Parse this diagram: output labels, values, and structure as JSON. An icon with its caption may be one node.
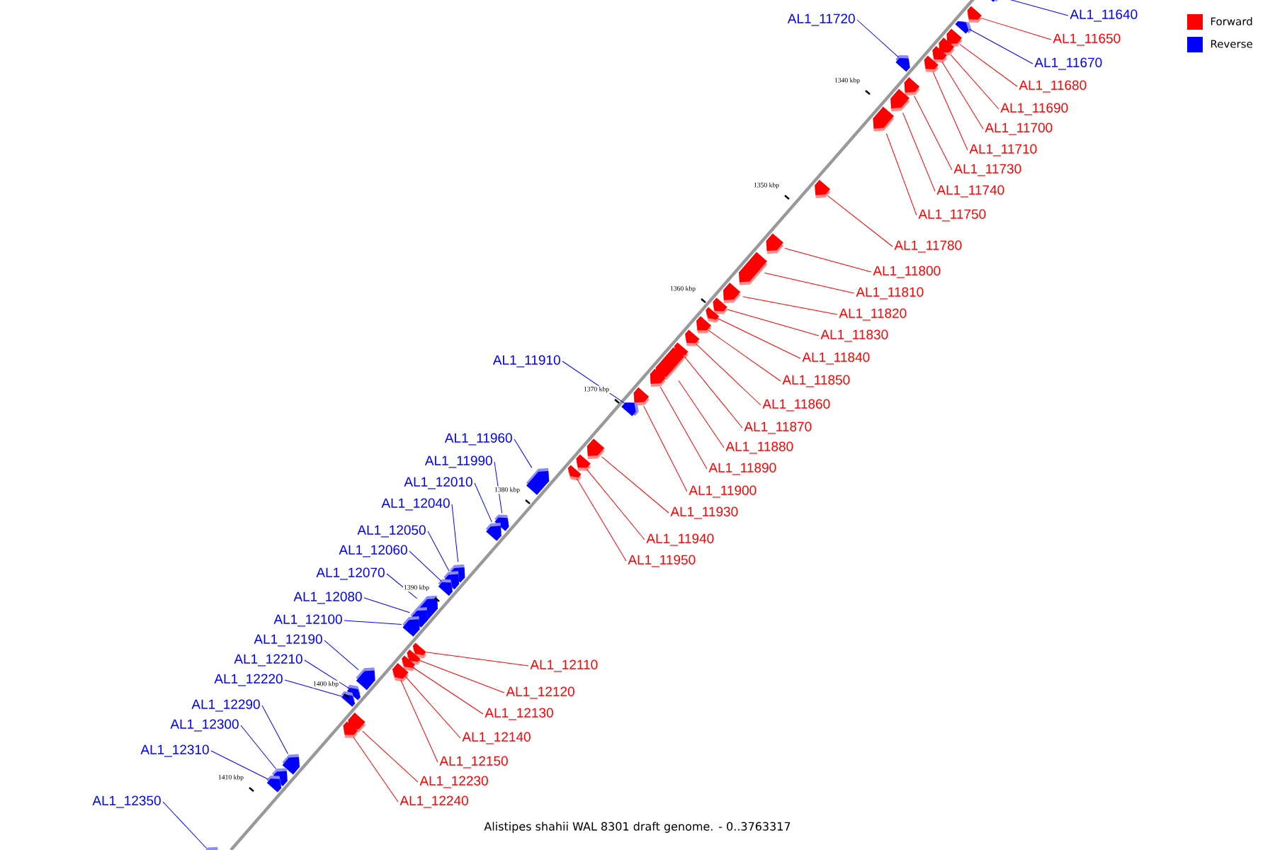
{
  "diagram": {
    "caption": "Alistipes shahii WAL 8301 draft genome. - 0..3763317",
    "nodes": [
      {
        "text": [
          "AL1_11640"
        ]
      },
      {
        "text": [
          "AL1_11650"
        ]
      },
      {
        "text": [
          "AL1_11670"
        ]
      },
      {
        "text": [
          "AL1_11680"
        ]
      },
      {
        "text": [
          "AL1_11690"
        ]
      },
      {
        "text": [
          "AL1_11700"
        ]
      },
      {
        "text": [
          "AL1_11710"
        ]
      },
      {
        "text": [
          "AL1_11720"
        ]
      },
      {
        "text": [
          "AL1_11730"
        ]
      },
      {
        "text": [
          "AL1_11740"
        ]
      },
      {
        "text": [
          "AL1_11750"
        ]
      },
      {
        "text": [
          "AL1_11780"
        ]
      },
      {
        "text": [
          "AL1_11800"
        ]
      },
      {
        "text": [
          "AL1_11810"
        ]
      },
      {
        "text": [
          "AL1_11820"
        ]
      },
      {
        "text": [
          "AL1_11830"
        ]
      },
      {
        "text": [
          "AL1_11840"
        ]
      },
      {
        "text": [
          "AL1_11850"
        ]
      },
      {
        "text": [
          "AL1_11860"
        ]
      },
      {
        "text": [
          "AL1_11870"
        ]
      },
      {
        "text": [
          "AL1_11880"
        ]
      },
      {
        "text": [
          "AL1_11890"
        ]
      },
      {
        "text": [
          "AL1_11900"
        ]
      },
      {
        "text": [
          "AL1_11910"
        ]
      },
      {
        "text": [
          "AL1_11930"
        ]
      },
      {
        "text": [
          "AL1_11940"
        ]
      },
      {
        "text": [
          "AL1_11950"
        ]
      },
      {
        "text": [
          "AL1_11960"
        ]
      },
      {
        "text": [
          "AL1_11990"
        ]
      },
      {
        "text": [
          "AL1_12010"
        ]
      },
      {
        "text": [
          "AL1_12040"
        ]
      },
      {
        "text": [
          "AL1_12050"
        ]
      },
      {
        "text": [
          "AL1_12060"
        ]
      },
      {
        "text": [
          "AL1_12070"
        ]
      },
      {
        "text": [
          "AL1_12080"
        ]
      },
      {
        "text": [
          "AL1_12100"
        ]
      },
      {
        "text": [
          "AL1_12110"
        ]
      },
      {
        "text": [
          "AL1_12120"
        ]
      },
      {
        "text": [
          "AL1_12130"
        ]
      },
      {
        "text": [
          "AL1_12140"
        ]
      },
      {
        "text": [
          "AL1_12150"
        ]
      },
      {
        "text": [
          "AL1_12190"
        ]
      },
      {
        "text": [
          "AL1_12210"
        ]
      },
      {
        "text": [
          "AL1_12220"
        ]
      },
      {
        "text": [
          "AL1_12230"
        ]
      },
      {
        "text": [
          "AL1_12240"
        ]
      },
      {
        "text": [
          "AL1_12290"
        ]
      },
      {
        "text": [
          "AL1_12300"
        ]
      },
      {
        "text": [
          "AL1_12310"
        ]
      },
      {
        "text": [
          "AL1_12350"
        ]
      },
      {
        "text": [],
        "shape": "box"
      },
      {
        "text": [],
        "shape": "box"
      },
      {
        "text": [],
        "shape": "box"
      },
      {
        "text": [],
        "shape": "box"
      },
      {
        "text": [],
        "shape": "box"
      },
      {
        "text": [],
        "shape": "box"
      },
      {
        "text": [],
        "shape": "box"
      },
      {
        "text": [],
        "shape": "box"
      },
      {
        "text": [],
        "shape": "box"
      },
      {
        "text": [],
        "shape": "box"
      },
      {
        "text": [],
        "shape": "box"
      },
      {
        "text": [],
        "shape": "box"
      },
      {
        "text": [],
        "shape": "box"
      },
      {
        "text": [],
        "shape": "box"
      },
      {
        "text": [],
        "shape": "box"
      },
      {
        "text": [],
        "shape": "box"
      },
      {
        "text": [],
        "shape": "box"
      },
      {
        "text": [],
        "shape": "box"
      },
      {
        "text": [],
        "shape": "box"
      },
      {
        "text": [],
        "shape": "box"
      },
      {
        "text": [],
        "shape": "box"
      },
      {
        "text": [],
        "shape": "box"
      },
      {
        "text": [],
        "shape": "box"
      },
      {
        "text": [],
        "shape": "box"
      },
      {
        "text": [],
        "shape": "box"
      },
      {
        "text": [],
        "shape": "box"
      },
      {
        "text": [],
        "shape": "box"
      },
      {
        "text": [],
        "shape": "box"
      },
      {
        "text": [],
        "shape": "box"
      },
      {
        "text": [],
        "shape": "box"
      },
      {
        "text": [],
        "shape": "box"
      },
      {
        "text": [],
        "shape": "box"
      },
      {
        "text": [],
        "shape": "box"
      },
      {
        "text": [],
        "shape": "box"
      },
      {
        "text": [],
        "shape": "box"
      },
      {
        "text": [],
        "shape": "box"
      },
      {
        "text": [],
        "shape": "box"
      },
      {
        "text": [],
        "shape": "box"
      },
      {
        "text": [],
        "shape": "box"
      },
      {
        "text": [],
        "shape": "box"
      },
      {
        "text": [],
        "shape": "box"
      },
      {
        "text": [],
        "shape": "box"
      },
      {
        "text": [],
        "shape": "box"
      },
      {
        "text": [],
        "shape": "box"
      },
      {
        "text": [],
        "shape": "box"
      },
      {
        "text": [],
        "shape": "box"
      },
      {
        "text": [],
        "shape": "box"
      },
      {
        "text": [],
        "shape": "box"
      },
      {
        "text": [],
        "shape": "box"
      },
      {
        "text": [],
        "shape": "box"
      }
    ],
    "edges": [
      {
        "from": 0,
        "to": 50,
        "arrow": "none",
        "color": "#0000ff"
      },
      {
        "from": 1,
        "to": 51,
        "arrow": "none"
      },
      {
        "from": 2,
        "to": 52,
        "arrow": "none",
        "color": "#0000ff"
      },
      {
        "from": 3,
        "to": 53,
        "arrow": "none"
      },
      {
        "from": 4,
        "to": 54,
        "arrow": "none"
      },
      {
        "from": 5,
        "to": 55,
        "arrow": "none"
      },
      {
        "from": 6,
        "to": 56,
        "arrow": "none"
      },
      {
        "from": 7,
        "to": 57,
        "arrow": "none",
        "color": "#0000ff"
      },
      {
        "from": 8,
        "to": 58,
        "arrow": "none"
      },
      {
        "from": 9,
        "to": 59,
        "arrow": "none"
      },
      {
        "from": 10,
        "to": 60,
        "arrow": "none"
      },
      {
        "from": 11,
        "to": 61,
        "arrow": "none"
      },
      {
        "from": 12,
        "to": 62,
        "arrow": "none"
      },
      {
        "from": 13,
        "to": 63,
        "arrow": "none"
      },
      {
        "from": 14,
        "to": 64,
        "arrow": "none"
      },
      {
        "from": 15,
        "to": 65,
        "arrow": "none"
      },
      {
        "from": 16,
        "to": 66,
        "arrow": "none"
      },
      {
        "from": 17,
        "to": 67,
        "arrow": "none"
      },
      {
        "from": 18,
        "to": 68,
        "arrow": "none"
      },
      {
        "from": 19,
        "to": 69,
        "arrow": "none"
      },
      {
        "from": 20,
        "to": 70,
        "arrow": "none"
      },
      {
        "from": 21,
        "to": 71,
        "arrow": "none"
      },
      {
        "from": 22,
        "to": 72,
        "arrow": "none"
      },
      {
        "from": 23,
        "to": 73,
        "arrow": "none",
        "color": "#0000ff"
      },
      {
        "from": 24,
        "to": 74,
        "arrow": "none"
      },
      {
        "from": 25,
        "to": 75,
        "arrow": "none"
      },
      {
        "from": 26,
        "to": 76,
        "arrow": "none"
      },
      {
        "from": 27,
        "to": 77,
        "arrow": "none",
        "color": "#0000ff"
      },
      {
        "from": 28,
        "to": 78,
        "arrow": "none",
        "color": "#0000ff"
      },
      {
        "from": 29,
        "to": 79,
        "arrow": "none",
        "color": "#0000ff"
      },
      {
        "from": 30,
        "to": 80,
        "arrow": "none",
        "color": "#0000ff"
      },
      {
        "from": 31,
        "to": 81,
        "arrow": "none",
        "color": "#0000ff"
      },
      {
        "from": 32,
        "to": 82,
        "arrow": "none",
        "color": "#0000ff"
      },
      {
        "from": 33,
        "to": 83,
        "arrow": "none",
        "color": "#0000ff"
      },
      {
        "from": 34,
        "to": 84,
        "arrow": "none",
        "color": "#0000ff"
      },
      {
        "from": 35,
        "to": 85,
        "arrow": "none",
        "color": "#0000ff"
      },
      {
        "from": 36,
        "to": 86,
        "arrow": "none"
      },
      {
        "from": 37,
        "to": 87,
        "arrow": "none"
      },
      {
        "from": 38,
        "to": 88,
        "arrow": "none"
      },
      {
        "from": 39,
        "to": 89,
        "arrow": "none"
      },
      {
        "from": 40,
        "to": 90,
        "arrow": "none"
      },
      {
        "from": 41,
        "to": 91,
        "arrow": "none",
        "color": "#0000ff"
      },
      {
        "from": 42,
        "to": 92,
        "arrow": "none",
        "color": "#0000ff"
      },
      {
        "from": 43,
        "to": 93,
        "arrow": "none",
        "color": "#0000ff"
      },
      {
        "from": 44,
        "to": 94,
        "arrow": "none"
      },
      {
        "from": 45,
        "to": 95,
        "arrow": "none"
      },
      {
        "from": 46,
        "to": 96,
        "arrow": "none",
        "color": "#0000ff"
      },
      {
        "from": 47,
        "to": 97,
        "arrow": "none",
        "color": "#0000ff"
      },
      {
        "from": 48,
        "to": 98,
        "arrow": "none",
        "color": "#0000ff"
      },
      {
        "from": 49,
        "to": 99,
        "arrow": "none",
        "color": "#0000ff"
      }
    ],
    "labels": [
      "1340 kbp",
      "1350 kbp",
      "1360 kbp",
      "1370 kbp",
      "1380 kbp",
      "1390 kbp",
      "1400 kbp",
      "1410 kbp"
    ],
    "legend": [
      {
        "text": "Forward",
        "color": "#ff0000"
      },
      {
        "text": "Reverse",
        "color": "#0000ff"
      }
    ]
  }
}
